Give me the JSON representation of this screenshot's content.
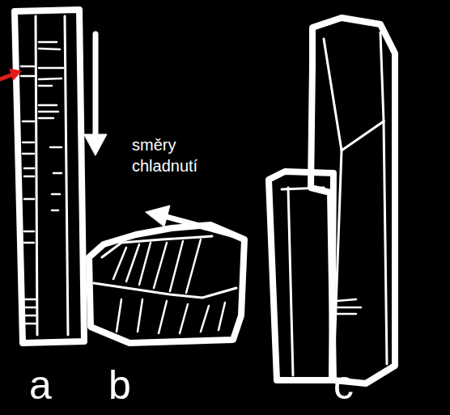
{
  "diagram": {
    "labels": [
      "směry chladnutí",
      "a",
      "b",
      "c"
    ]
  }
}
